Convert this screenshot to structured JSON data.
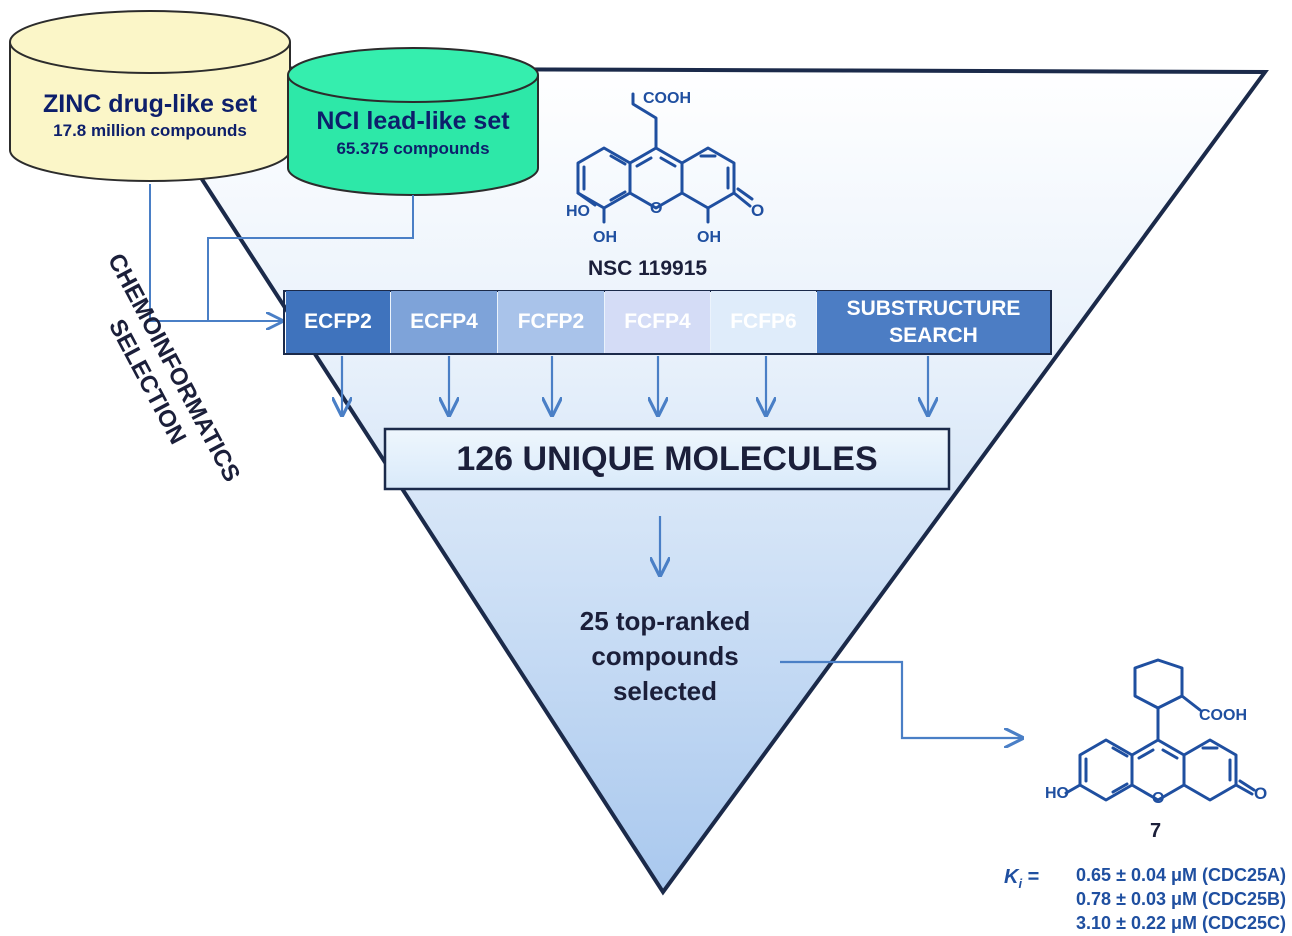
{
  "databases": [
    {
      "title": "ZINC drug-like set",
      "subtitle": "17.8 million compounds",
      "color": "#fbf6c8"
    },
    {
      "title": "NCI lead-like set",
      "subtitle": "65.375 compounds",
      "color": "#2de8a8"
    }
  ],
  "side_label": {
    "line1": "CHEMOINFORMATICS",
    "line2": "SELECTION"
  },
  "query_compound": {
    "name": "NSC 119915",
    "atom_labels": {
      "cooh": "COOH",
      "ho": "HO",
      "oh1": "OH",
      "oh2": "OH",
      "o_ring": "O",
      "o_keto": "O"
    }
  },
  "fingerprints": [
    {
      "label": "ECFP2",
      "color": "#3f73bd"
    },
    {
      "label": "ECFP4",
      "color": "#7ea3d9"
    },
    {
      "label": "FCFP2",
      "color": "#a9c3ea"
    },
    {
      "label": "FCFP4",
      "color": "#d4dcf6"
    },
    {
      "label": "FCFP6",
      "color": "#dfecfa"
    },
    {
      "label": "SUBSTRUCTURE SEARCH",
      "color": "#4c7dc4"
    }
  ],
  "unique_box": {
    "label": "126 UNIQUE MOLECULES"
  },
  "selected": {
    "line1": "25 top-ranked",
    "line2": "compounds",
    "line3": "selected"
  },
  "hit_compound": {
    "number": "7",
    "atom_labels": {
      "cooh": "COOH",
      "ho": "HO",
      "o_ring": "O",
      "o_keto": "O"
    },
    "ki_label": "K",
    "ki_subscript": "i",
    "ki_equals": "=",
    "ki_values": [
      "0.65 ± 0.04 μM (CDC25A)",
      "0.78 ± 0.03 μM (CDC25B)",
      "3.10 ± 0.22 μM (CDC25C)"
    ]
  },
  "colors": {
    "navy": "#1b1f3a",
    "arrow": "#4a7fc6",
    "molecule": "#1f4fa0"
  }
}
